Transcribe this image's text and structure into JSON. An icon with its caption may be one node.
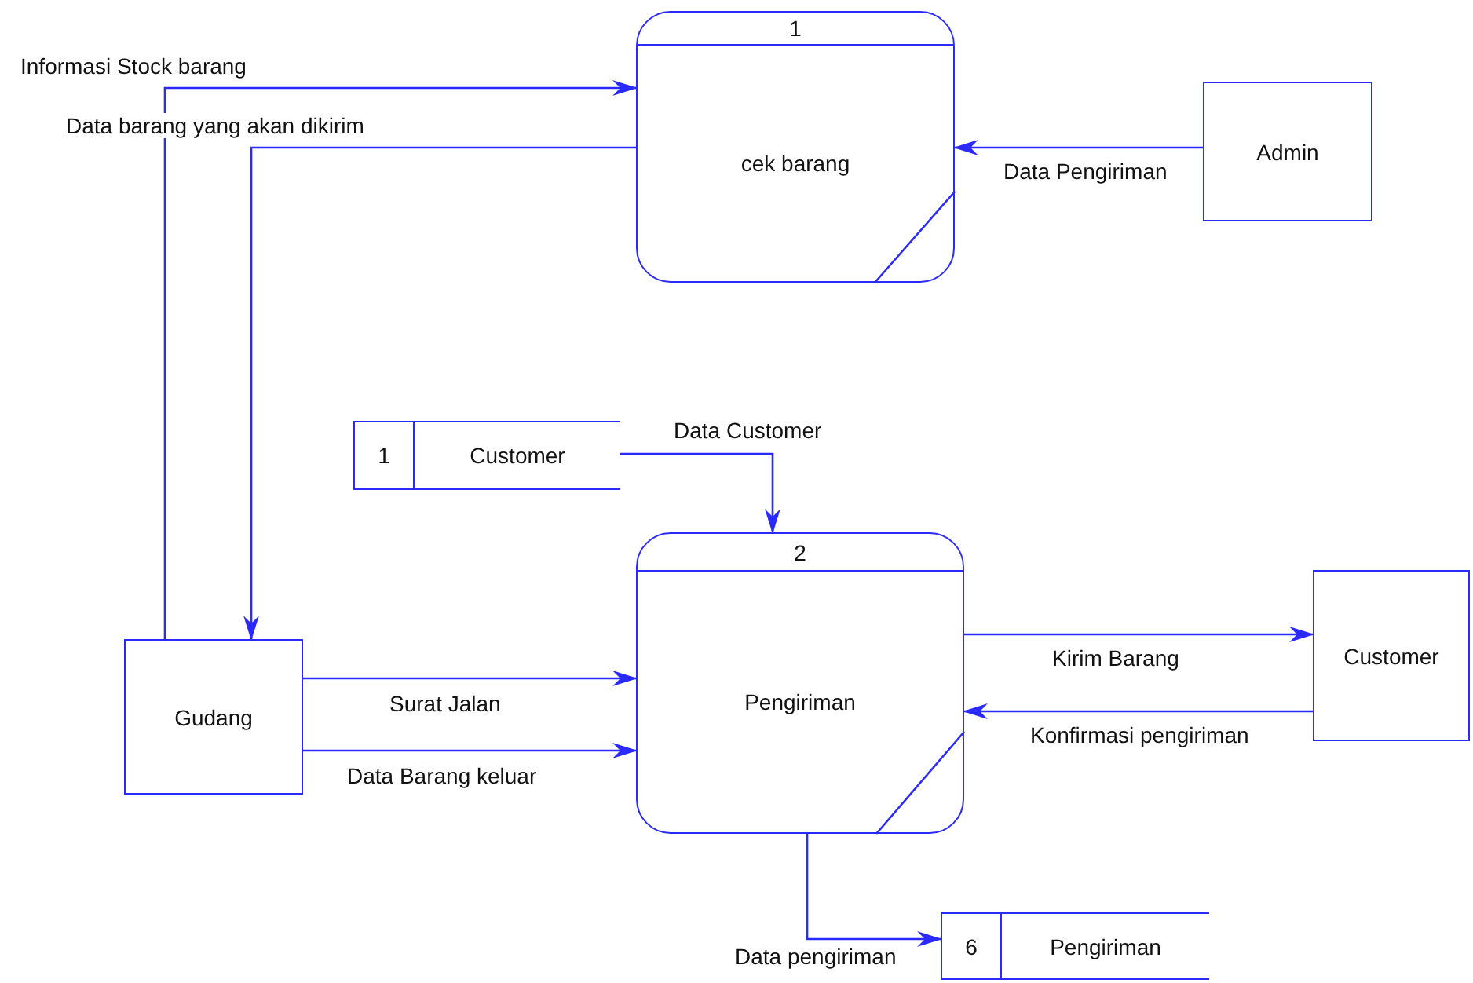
{
  "diagram": {
    "nodes": [
      {
        "text": [
          "1",
          "cek barang"
        ]
      },
      {
        "text": [
          "Admin"
        ]
      },
      {
        "text": [
          "1",
          "Customer"
        ]
      },
      {
        "text": [
          "2",
          "Pengiriman"
        ]
      },
      {
        "text": [
          "Gudang"
        ]
      },
      {
        "text": [
          "Customer"
        ]
      },
      {
        "text": [
          "6",
          "Pengiriman"
        ]
      }
    ],
    "edges": [
      {
        "from": 4,
        "to": 0,
        "arrow": "to",
        "label": "Informasi Stock barang"
      },
      {
        "from": 0,
        "to": 4,
        "arrow": "to",
        "label": "Data barang yang akan dikirim"
      },
      {
        "from": 1,
        "to": 0,
        "arrow": "to",
        "label": "Data Pengiriman"
      },
      {
        "from": 2,
        "to": 3,
        "arrow": "to",
        "label": "Data Customer"
      },
      {
        "from": 4,
        "to": 3,
        "arrow": "to",
        "label": "Surat Jalan"
      },
      {
        "from": 4,
        "to": 3,
        "arrow": "to",
        "label": "Data Barang keluar"
      },
      {
        "from": 3,
        "to": 5,
        "arrow": "to",
        "label": "Kirim Barang"
      },
      {
        "from": 5,
        "to": 3,
        "arrow": "to",
        "label": "Konfirmasi pengiriman"
      },
      {
        "from": 3,
        "to": 6,
        "arrow": "to",
        "label": "Data pengiriman"
      }
    ]
  }
}
